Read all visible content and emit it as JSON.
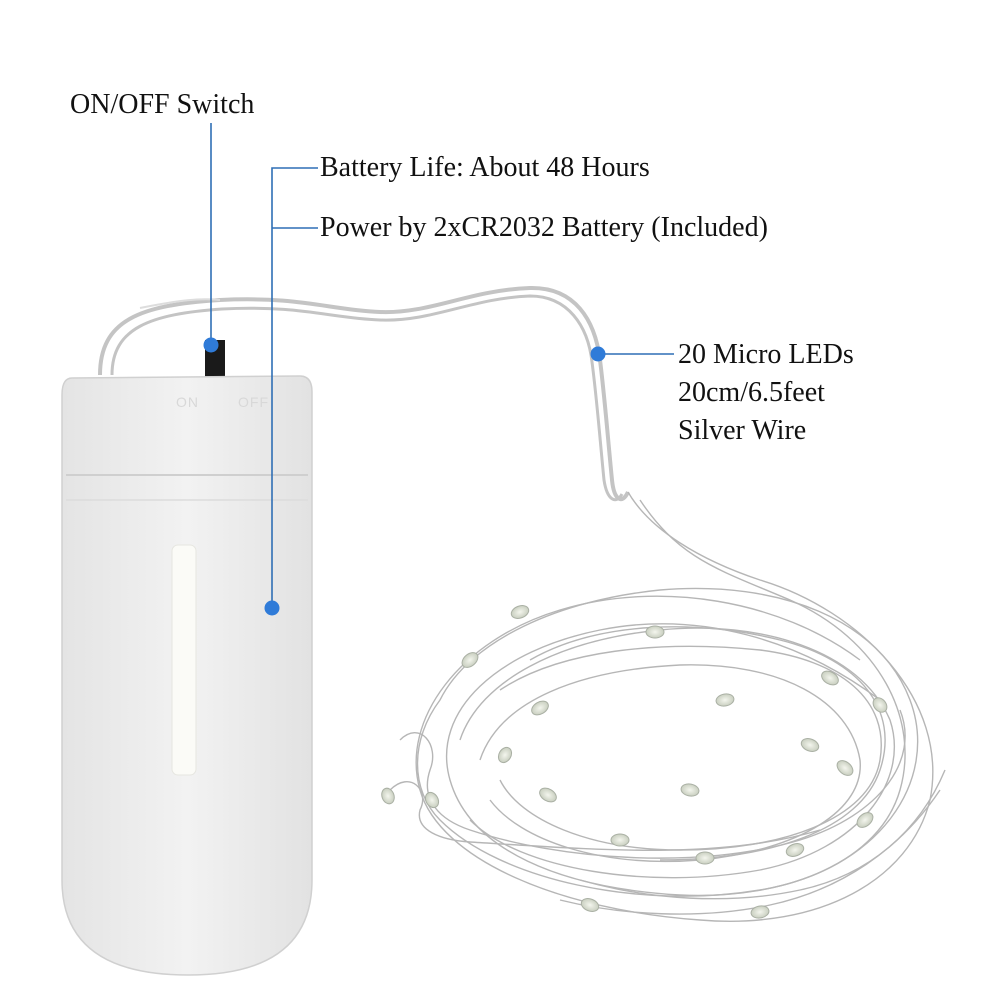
{
  "callouts": {
    "switch": "ON/OFF Switch",
    "battery_life": "Battery Life: About 48 Hours",
    "power": "Power by 2xCR2032 Battery (Included)",
    "leds": [
      "20 Micro LEDs",
      "20cm/6.5feet",
      "Silver Wire"
    ]
  },
  "battery_box": {
    "on_label": "ON",
    "off_label": "OFF"
  },
  "colors": {
    "callout_line": "#2f6fb5",
    "callout_dot": "#2f7bd8",
    "box_fill": "#eeeeee",
    "wire": "#b8b8b8"
  }
}
